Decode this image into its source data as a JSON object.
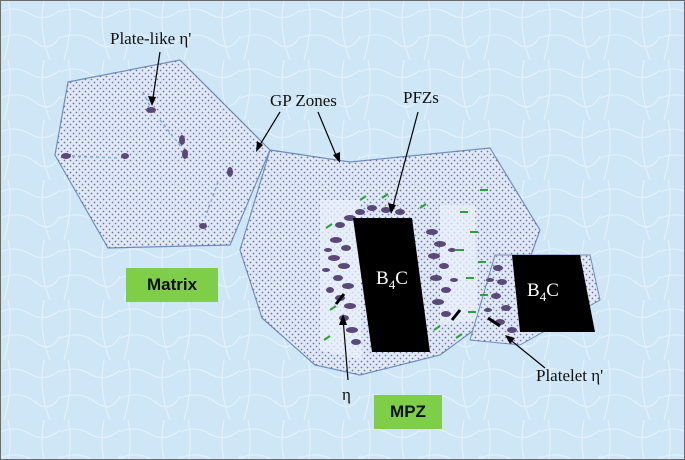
{
  "labels": {
    "plate_like": "Plate-like η'",
    "gp_zones": "GP Zones",
    "pfzs": "PFZs",
    "eta": "η",
    "platelet": "Platelet η'",
    "b4c_prefix": "B",
    "b4c_sub": "4",
    "b4c_suffix": "C"
  },
  "tags": {
    "matrix": "Matrix",
    "mpz": "MPZ"
  },
  "colors": {
    "background": "#cfe6f6",
    "grain_fill": "#dfeaf8",
    "grain_edge": "#6d8fc0",
    "fine_dots": "#6c5a8c",
    "large_precipitates": "#5a4878",
    "platelets_green": "#2aa23a",
    "b4c": "#000000",
    "tag_bg": "#7fce47"
  }
}
